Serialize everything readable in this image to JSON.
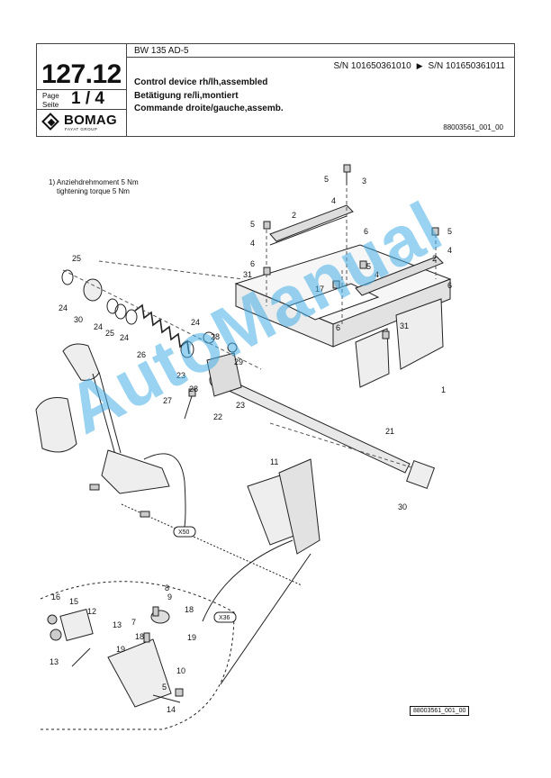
{
  "header": {
    "page_number": "127.12",
    "page_label_de": "Page",
    "page_label_fr": "Seite",
    "page_of": "1  /  4",
    "logo_text": "BOMAG",
    "logo_sub": "FAYAT GROUP",
    "model": "BW 135 AD-5",
    "sn_from": "S/N 101650361010",
    "sn_arrow": "▶",
    "sn_to": "S/N 101650361011",
    "title_en": "Control device rh/lh,assembled",
    "title_de": "Betätigung re/li,montiert",
    "title_fr": "Commande droite/gauche,assemb.",
    "doc_number": "88003561_001_00"
  },
  "note": {
    "line1": "1) Anziehdrehmoment 5 Nm",
    "line2": "tightening torque 5 Nm"
  },
  "callouts": [
    "1",
    "2",
    "3",
    "4",
    "5",
    "6",
    "7",
    "8",
    "9",
    "10",
    "11",
    "12",
    "13",
    "14",
    "15",
    "16",
    "17",
    "18",
    "19",
    "21",
    "22",
    "23",
    "24",
    "25",
    "26",
    "27",
    "28",
    "29",
    "30",
    "31"
  ],
  "connectors": [
    "X50",
    "X36"
  ],
  "footer_doc_number": "88003561_001_00",
  "watermark": "AutoManual"
}
